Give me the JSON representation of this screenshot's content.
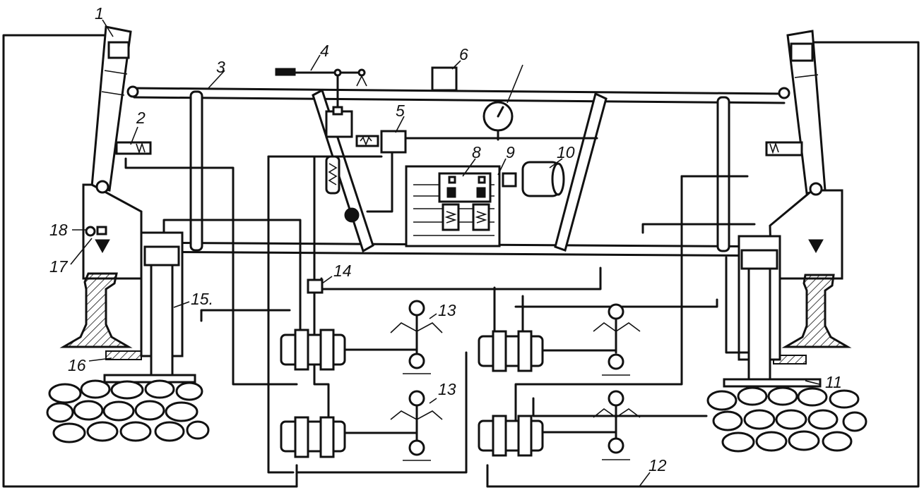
{
  "diagram": {
    "labels": [
      "1",
      "2",
      "3",
      "4",
      "5",
      "6",
      "8",
      "9",
      "10",
      "11",
      "12",
      "13",
      "13",
      "14",
      "15.",
      "16",
      "17",
      "18"
    ]
  }
}
